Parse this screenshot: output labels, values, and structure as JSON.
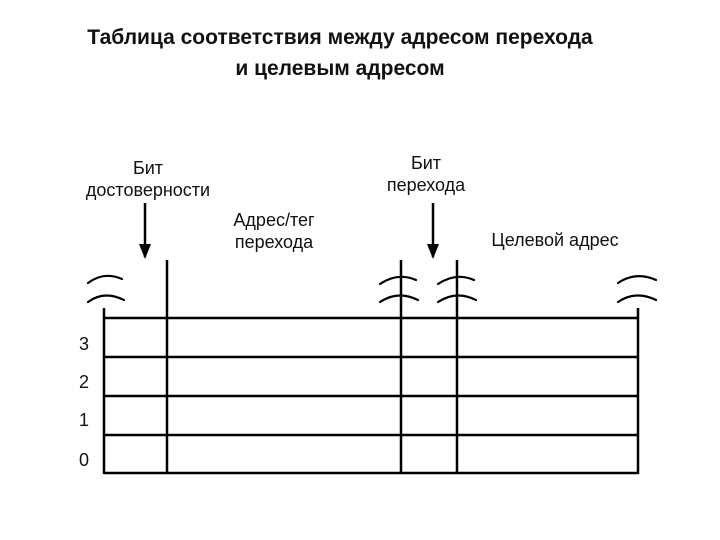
{
  "title": {
    "line1": "Таблица соответствия между адресом перехода",
    "line2": "и целевым адресом"
  },
  "labels": {
    "valid_bit": {
      "line1": "Бит",
      "line2": "достоверности"
    },
    "tag": {
      "line1": "Адрес/тег",
      "line2": "перехода"
    },
    "branch_bit": {
      "line1": "Бит",
      "line2": "перехода"
    },
    "target": "Целевой адрес"
  },
  "row_numbers": [
    "3",
    "2",
    "1",
    "0"
  ],
  "colors": {
    "line": "#000000",
    "text": "#111111"
  }
}
